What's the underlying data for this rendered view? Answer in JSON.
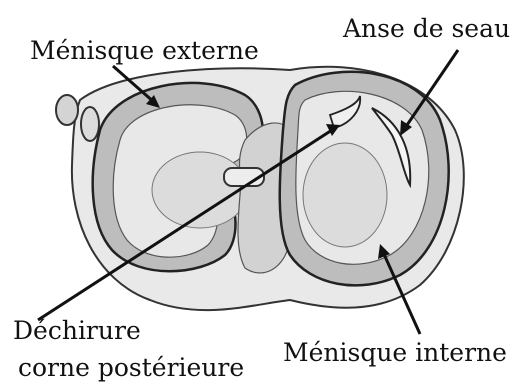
{
  "labels": {
    "menisque_externe": "Ménisque externe",
    "anse_de_seau": "Anse de seau",
    "dechirure_line1": "Déchirure",
    "dechirure_line2": "corne postérieure",
    "menisque_interne": "Ménisque interne"
  },
  "colors": {
    "background": "#ffffff",
    "ink": "#111111",
    "plateau": "#e6e6e6",
    "meniscus": "#bdbdbd",
    "capsule": "#cfcfcf"
  }
}
